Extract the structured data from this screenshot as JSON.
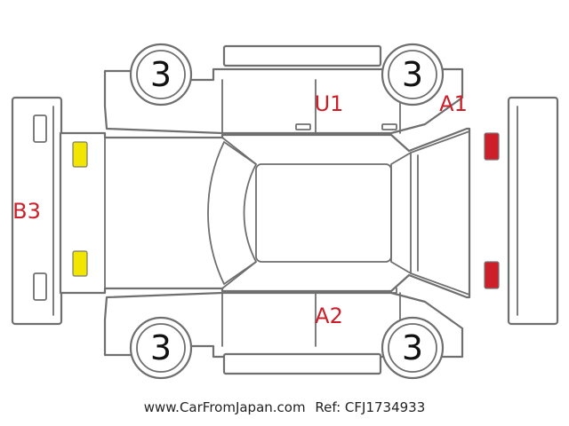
{
  "tires": {
    "front_left": "3",
    "front_right": "3",
    "rear_left": "3",
    "rear_right": "3"
  },
  "damage_marks": {
    "roof": "U1",
    "front_right_fender": "A1",
    "left_side": "A2",
    "rear_bumper": "B3"
  },
  "footer": {
    "site": "www.CarFromJapan.com",
    "ref": "Ref: CFJ1734933"
  },
  "colors": {
    "mark_text": "#cc1f2a",
    "front_lamps": "#cc1f2a",
    "rear_lamps": "#f2e600",
    "outline": "#6f6f6f"
  }
}
